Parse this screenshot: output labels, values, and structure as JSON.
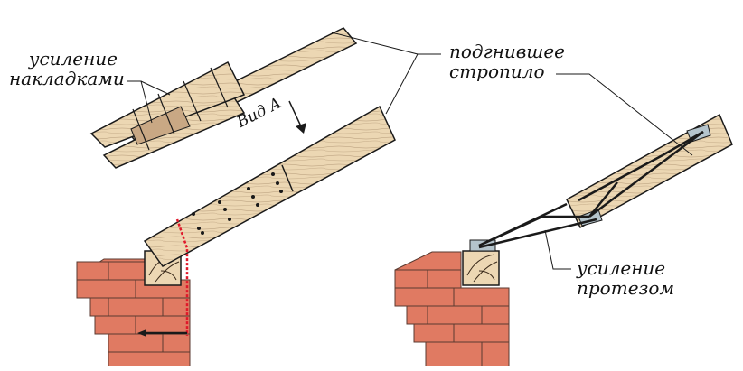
{
  "labels": {
    "overlay_reinforcement": [
      "усиление",
      "накладками"
    ],
    "rotten_rafter": [
      "подгнившее",
      "стропило"
    ],
    "prosthesis_reinforcement": [
      "усиление",
      "протезом"
    ],
    "view": "Вид А"
  },
  "colors": {
    "wood": "#e8d1aa",
    "wood_dark": "#c9a884",
    "wood_grain": "#9c8466",
    "brick": "#e07a62",
    "brick_mortar": "#5a3a30",
    "steel_plate": "#b4c4cc",
    "cut_line": "#e0182a",
    "outline": "#1a1a1a"
  }
}
